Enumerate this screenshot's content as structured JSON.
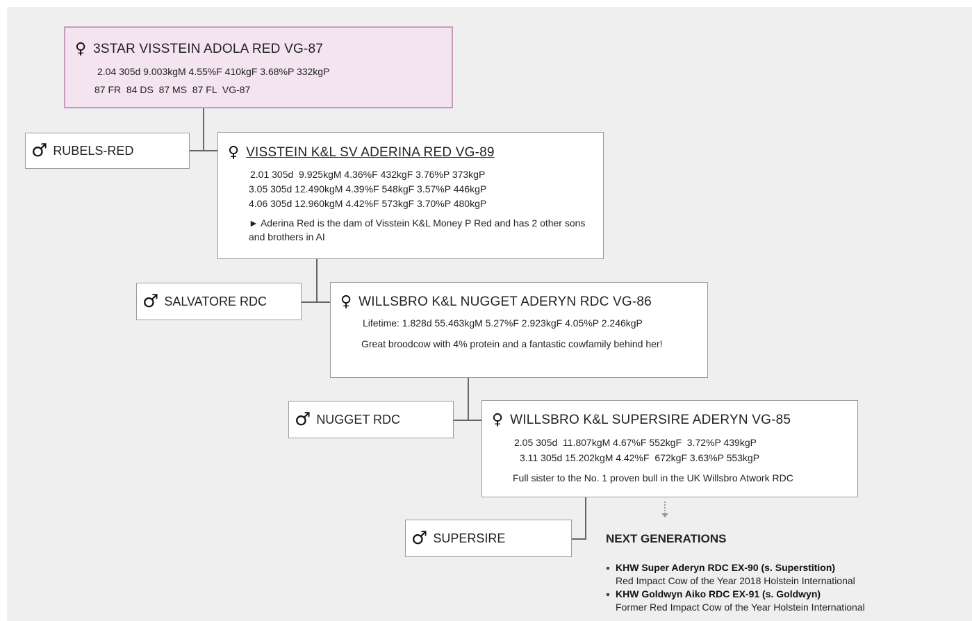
{
  "symbols": {
    "female": "♀",
    "male": "♂"
  },
  "generations": [
    {
      "dam": {
        "name": "3STAR VISSTEIN ADOLA RED VG-87",
        "lines": [
          "2.04 305d 9.003kgM 4.55%F 410kgF 3.68%P 332kgP",
          "87 FR  84 DS  87 MS  87 FL  VG-87"
        ]
      },
      "sire": "RUBELS-RED"
    },
    {
      "dam": {
        "name": "VISSTEIN K&L SV ADERINA RED VG-89",
        "lines": [
          "2.01 305d  9.925kgM 4.36%F 432kgF 3.76%P 373kgP",
          "3.05 305d 12.490kgM 4.39%F 548kgF 3.57%P 446kgP",
          "4.06 305d 12.960kgM 4.42%F 573kgF 3.70%P 480kgP"
        ],
        "note": "► Aderina Red is the dam of Visstein K&L Money P Red and has 2 other sons and brothers in AI"
      },
      "sire": "SALVATORE RDC"
    },
    {
      "dam": {
        "name": "WILLSBRO K&L NUGGET ADERYN RDC VG-86",
        "lines": [
          "Lifetime: 1.828d 55.463kgM 5.27%F 2.923kgF 4.05%P 2.246kgP"
        ],
        "note": "Great broodcow with 4% protein and a fantastic cowfamily behind her!"
      },
      "sire": "NUGGET RDC"
    },
    {
      "dam": {
        "name": "WILLSBRO K&L SUPERSIRE ADERYN VG-85",
        "lines": [
          "2.05 305d  11.807kgM 4.67%F 552kgF  3.72%P 439kgP",
          "3.11 305d 15.202kgM 4.42%F  672kgF 3.63%P 553kgP"
        ],
        "note": "Full sister to the No. 1 proven bull in the UK Willsbro Atwork RDC"
      },
      "sire": "SUPERSIRE"
    }
  ],
  "next_generations": {
    "title": "NEXT GENERATIONS",
    "items": [
      {
        "title": "KHW Super Aderyn RDC EX-90 (s. Superstition)",
        "desc": "Red Impact Cow of the Year 2018 Holstein International"
      },
      {
        "title": "KHW Goldwyn Aiko RDC EX-91 (s. Goldwyn)",
        "desc": "Former Red Impact Cow of the Year Holstein International"
      }
    ]
  },
  "colors": {
    "background": "#efefef",
    "highlight_box": "#f3e4ef",
    "highlight_border": "#c79bbd",
    "connector": "#666666"
  }
}
